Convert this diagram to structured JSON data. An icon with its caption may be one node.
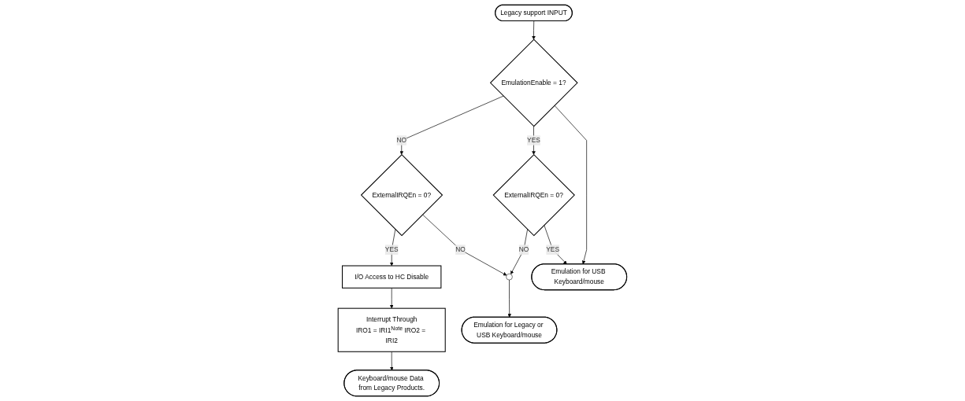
{
  "diagram": {
    "nodes": [
      {
        "text": [
          "Legacy support INPUT"
        ]
      },
      {
        "text": [
          "ExternalIRQEn = 0?"
        ]
      },
      {
        "text": [
          "EmulationEnable = 1?"
        ]
      },
      {
        "text": [
          "ExternalIRQEn = 0?"
        ]
      },
      {
        "text": [
          "I/O Access to HC Disable"
        ]
      },
      {
        "text": [
          "Interrupt Through",
          "IRO1 = IRI1$^{Note}$ IRO2 = IRI2"
        ]
      },
      {
        "text": [],
        "shape": "circle"
      },
      {
        "text": [
          "Emulation for USB Keyboard/mouse"
        ]
      },
      {
        "text": [
          "Emulation for Legacy or USB Keyboard/mouse"
        ]
      },
      {
        "text": [
          "Keyboard/mouse Data from Legacy Products."
        ]
      }
    ],
    "edges": [
      {
        "from": 0,
        "to": 2,
        "arrow": "to"
      },
      {
        "from": 2,
        "to": 1,
        "label": "YES",
        "arrow": "to"
      },
      {
        "from": 2,
        "to": 7,
        "arrow": "to"
      },
      {
        "from": 1,
        "to": 7,
        "label": "YES",
        "arrow": "to"
      },
      {
        "from": 2,
        "to": 3,
        "label": "NO",
        "arrow": "to"
      },
      {
        "from": 3,
        "to": 4,
        "label": "YES",
        "arrow": "to"
      },
      {
        "from": 1,
        "to": 6,
        "label": "NO",
        "arrow": "to"
      },
      {
        "from": 3,
        "to": 6,
        "label": "NO",
        "arrow": "to"
      },
      {
        "from": 6,
        "to": 8,
        "arrow": "to"
      },
      {
        "from": 4,
        "to": 5,
        "arrow": "to"
      },
      {
        "from": 5,
        "to": 9,
        "arrow": "to"
      }
    ]
  }
}
